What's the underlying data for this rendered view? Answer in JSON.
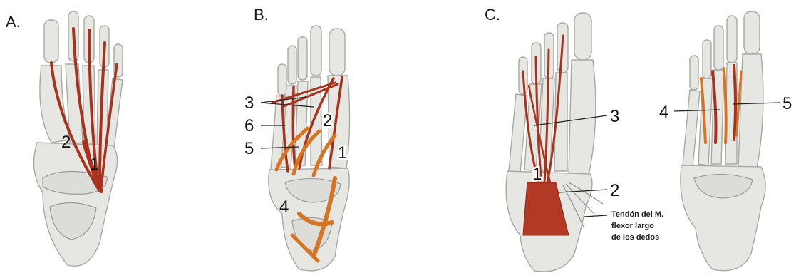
{
  "panels": {
    "a": {
      "letter": "A.",
      "labels": {
        "n1": "1",
        "n2": "2"
      }
    },
    "b": {
      "letter": "B.",
      "labels": {
        "n1": "1",
        "n2": "2",
        "n3": "3",
        "n4": "4",
        "n5": "5",
        "n6": "6"
      }
    },
    "c": {
      "letter": "C.",
      "labels": {
        "n1": "1",
        "n2": "2",
        "n3": "3",
        "n4": "4",
        "n5": "5"
      },
      "caption": [
        "Tendón del M.",
        "flexor largo",
        "de los dedos"
      ]
    }
  },
  "colors": {
    "tendon": "#a8321c",
    "tendon_orange": "#d77422",
    "bone": "#e6e6e2",
    "bone_outline": "#a9a9a4"
  }
}
